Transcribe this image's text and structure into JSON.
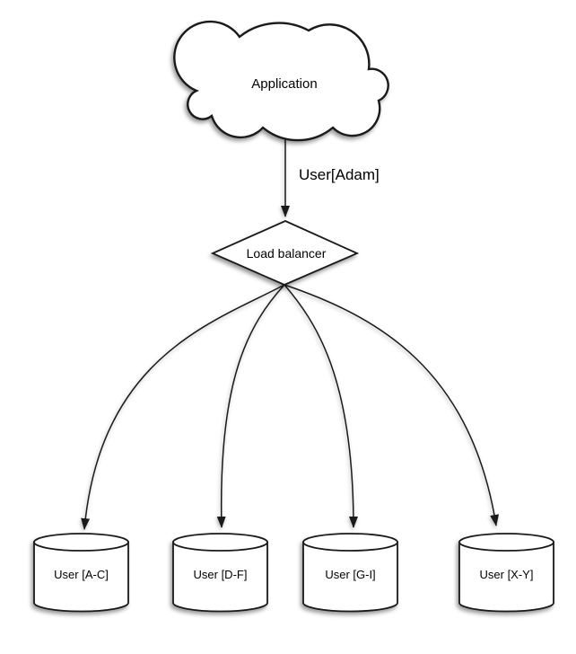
{
  "diagram": {
    "application": {
      "label": "Application"
    },
    "request_edge": {
      "label": "User[Adam]"
    },
    "load_balancer": {
      "label": "Load balancer"
    },
    "shards": [
      {
        "label": "User [A-C]"
      },
      {
        "label": "User [D-F]"
      },
      {
        "label": "User [G-I]"
      },
      {
        "label": "User [X-Y]"
      }
    ],
    "colors": {
      "stroke": "#1a1a1a",
      "shape_fill": "#ffffff",
      "text": "#000000",
      "background": "#ffffff"
    }
  }
}
